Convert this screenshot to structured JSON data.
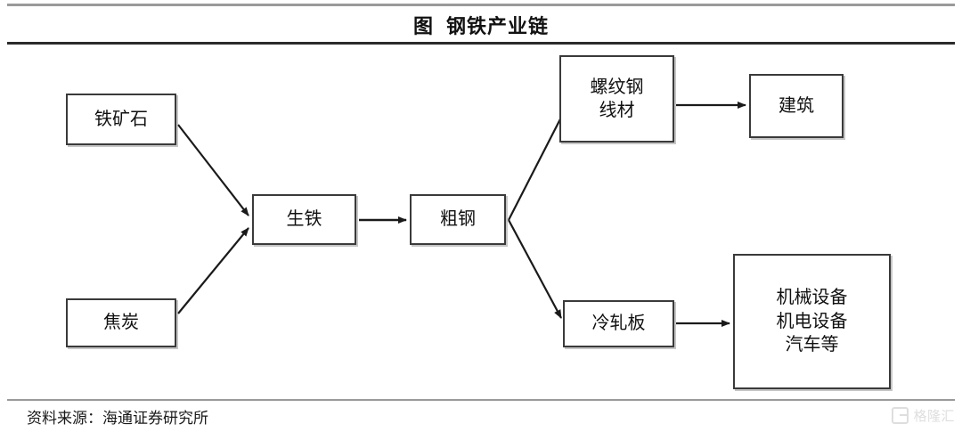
{
  "title": {
    "prefix": "图",
    "text": "钢铁产业链"
  },
  "source": {
    "label": "资料来源：海通证券研究所"
  },
  "watermark": {
    "text": "格隆汇",
    "mark": "g-logo-icon"
  },
  "colors": {
    "box_border": "#3a3a3a",
    "arrow": "#1a1a1a",
    "rule_gray": "#9a9a9a",
    "rule_dark": "#2b2b2b",
    "text": "#111111"
  },
  "diagram": {
    "type": "flowchart",
    "nodes": [
      {
        "id": "iron-ore",
        "label": "铁矿石",
        "stage": "raw-material"
      },
      {
        "id": "coke",
        "label": "焦炭",
        "stage": "raw-material"
      },
      {
        "id": "pig-iron",
        "label": "生铁",
        "stage": "intermediate"
      },
      {
        "id": "crude-steel",
        "label": "粗钢",
        "stage": "intermediate"
      },
      {
        "id": "rebar",
        "label": "螺纹钢\n线材",
        "stage": "product"
      },
      {
        "id": "cold-rolled",
        "label": "冷轧板",
        "stage": "product"
      },
      {
        "id": "construction",
        "label": "建筑",
        "stage": "end-use"
      },
      {
        "id": "machinery",
        "label": "机械设备\n机电设备\n汽车等",
        "stage": "end-use"
      }
    ],
    "edges": [
      {
        "from": "iron-ore",
        "to": "pig-iron",
        "style": "diagonal-down-right"
      },
      {
        "from": "coke",
        "to": "pig-iron",
        "style": "diagonal-up-right"
      },
      {
        "from": "pig-iron",
        "to": "crude-steel",
        "style": "horizontal"
      },
      {
        "from": "crude-steel",
        "to": "rebar",
        "style": "diagonal-up-right"
      },
      {
        "from": "crude-steel",
        "to": "cold-rolled",
        "style": "diagonal-down-right"
      },
      {
        "from": "rebar",
        "to": "construction",
        "style": "horizontal"
      },
      {
        "from": "cold-rolled",
        "to": "machinery",
        "style": "horizontal"
      }
    ]
  }
}
